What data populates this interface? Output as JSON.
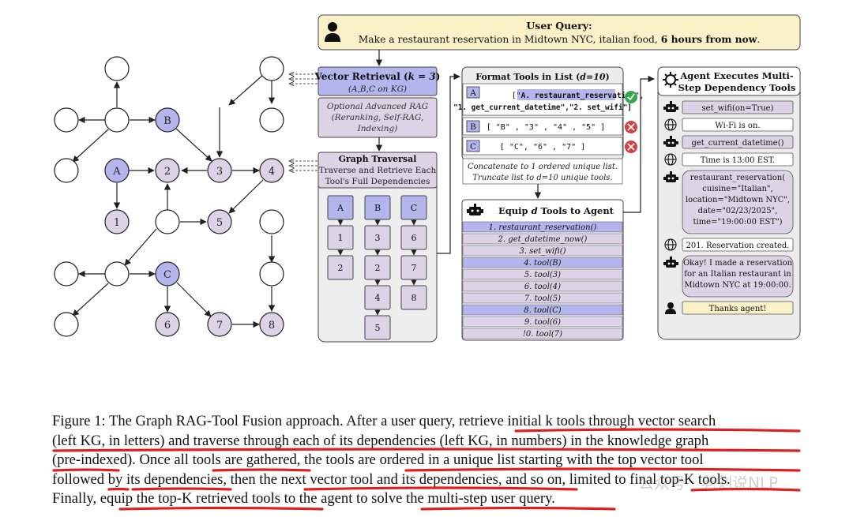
{
  "query": {
    "title": "User Query:",
    "text_prefix": "Make a restaurant reservation in Midtown NYC,  italian food, ",
    "text_bold": "6 hours from now",
    "text_suffix": "."
  },
  "graph": {
    "nodes": [
      "B",
      "A",
      "2",
      "3",
      "4",
      "1",
      "5",
      "C",
      "6",
      "7",
      "8"
    ]
  },
  "vector_retrieval": {
    "title_prefix": "Vector Retrieval (",
    "title_k": "k = 3",
    "title_suffix": ")",
    "subtitle": "(A,B,C on KG)",
    "advanced": [
      "Optional Advanced RAG",
      "(Reranking, Self-RAG,",
      "Indexing)"
    ]
  },
  "graph_traversal": {
    "title": "Graph Traversal",
    "desc": [
      "Traverse and Retrieve Each",
      "Tool's Full Dependencies"
    ],
    "columns": [
      {
        "head": "A",
        "items": [
          "1",
          "2"
        ]
      },
      {
        "head": "B",
        "items": [
          "3",
          "2",
          "4",
          "5"
        ]
      },
      {
        "head": "C",
        "items": [
          "6",
          "7",
          "8"
        ]
      }
    ]
  },
  "format_tools": {
    "title_prefix": "Format Tools in List (",
    "title_d": "d=10",
    "title_suffix": ")",
    "row_a": {
      "label": "A",
      "line1_prefix": "[\"",
      "line1_highlight": "A. restaurant_reservation",
      "line1_suffix": "\",",
      "line2": "\"1. get_current_datetime\",\"2. set_wifi\"]"
    },
    "row_b": {
      "label": "B",
      "text": "[ \"B\" , \"3\" , \"4\" , \"5\" ]"
    },
    "row_c": {
      "label": "C",
      "text": "[ \"C\", \"6\" , \"7\" ]"
    },
    "concat": [
      "Concatenate to 1 ordered unique list.",
      "Truncate list to d=10 unique tools."
    ]
  },
  "equip": {
    "title_prefix": "Equip ",
    "title_d": "d",
    "title_suffix": " Tools to Agent",
    "tools": [
      {
        "text": "1. restaurant_reservation()",
        "highlight": true
      },
      {
        "text": "2. get_datetime_now()",
        "highlight": false
      },
      {
        "text": "3. set_wifi()",
        "highlight": false
      },
      {
        "text": "4. tool(B)",
        "highlight": true
      },
      {
        "text": "5. tool(3)",
        "highlight": false
      },
      {
        "text": "6. tool(4)",
        "highlight": false
      },
      {
        "text": "7. tool(5)",
        "highlight": false
      },
      {
        "text": "8. tool(C)",
        "highlight": true
      },
      {
        "text": "9. tool(6)",
        "highlight": false
      },
      {
        "text": "!0. tool(7)",
        "highlight": false
      }
    ]
  },
  "agent": {
    "title": [
      "Agent Executes Multi-",
      "Step Dependency Tools"
    ],
    "steps": [
      {
        "icon": "robot",
        "lines": [
          "set_wifi(on=True)"
        ]
      },
      {
        "icon": "globe",
        "lines": [
          "Wi-Fi is on."
        ]
      },
      {
        "icon": "robot",
        "lines": [
          "get_current_datetime()"
        ]
      },
      {
        "icon": "globe",
        "lines": [
          "Time is 13:00 EST."
        ]
      },
      {
        "icon": "robot",
        "lines": [
          "restaurant_reservation(",
          "cuisine=\"Italian\",",
          "location=\"Midtown NYC\",",
          "date=\"02/23/2025\",",
          "time=\"19:00:00 EST\")"
        ]
      },
      {
        "icon": "globe",
        "lines": [
          "201. Reservation created."
        ]
      },
      {
        "icon": "robot",
        "lines": [
          "Okay! I made a reservation",
          "for an Italian restaurant in",
          "Midtown NYC at 19:00:00."
        ]
      },
      {
        "icon": "user",
        "lines": [
          "Thanks agent!"
        ]
      }
    ]
  },
  "caption": {
    "lines": [
      "Figure 1: The Graph RAG-Tool Fusion approach. After a user query, retrieve initial k tools through vector search",
      "(left KG, in letters) and traverse through each of its dependencies (left KG, in numbers) in the knowledge graph",
      "(pre-indexed). Once all tools are gathered, the tools are ordered in a unique list starting with the top vector tool",
      "followed by its dependencies, then the next vector tool and its dependencies, and so on, limited to final top-K tools.",
      "Finally, equip the top-K retrieved tools to the agent to solve the multi-step user query."
    ]
  },
  "watermark": "公众号 · 老刘说NLP",
  "colors": {
    "purple_node": "#b3b5ec",
    "lavender_node": "#ddd3e6",
    "query_bg": "#fbf1c8",
    "underline": "#e02020",
    "check": "#36a64f",
    "cross": "#d64040"
  }
}
